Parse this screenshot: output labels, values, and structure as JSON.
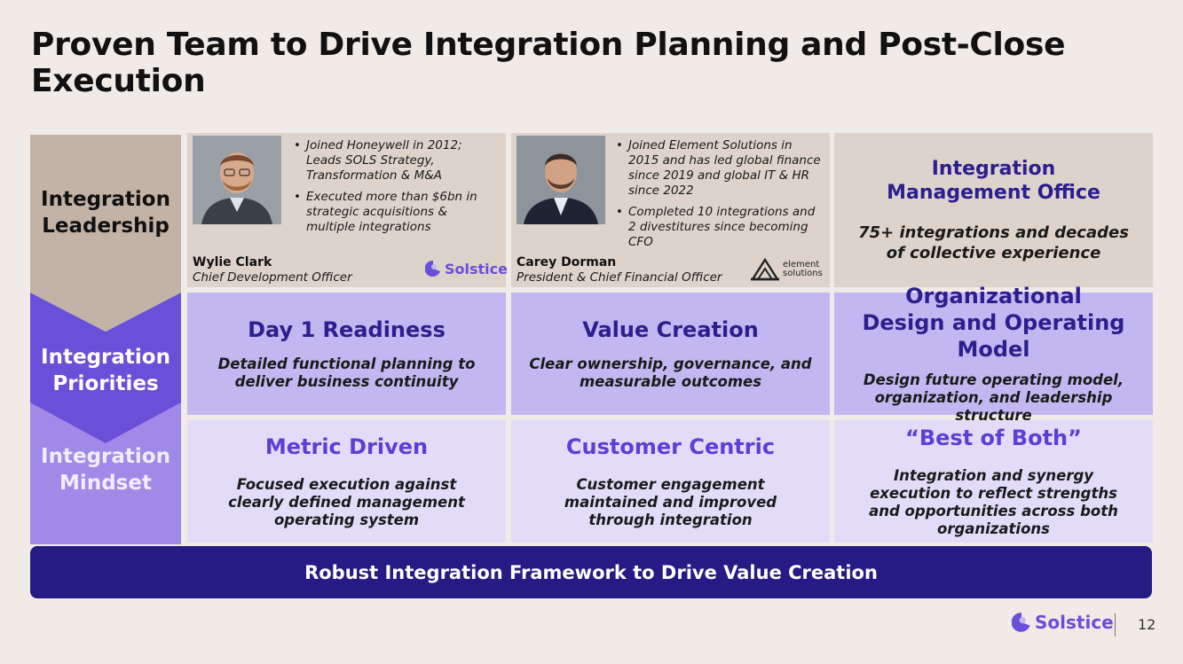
{
  "title": "Proven Team to Drive Integration Planning and Post-Close Execution",
  "labels": {
    "leadership": [
      "Integration",
      "Leadership"
    ],
    "priorities": [
      "Integration",
      "Priorities"
    ],
    "mindset": [
      "Integration",
      "Mindset"
    ]
  },
  "leaders": [
    {
      "name": "Wylie Clark",
      "role": "Chief Development Officer",
      "bullets": [
        "Joined Honeywell in 2012; Leads SOLS Strategy, Transformation & M&A",
        "Executed more than $6bn in strategic acquisitions & multiple integrations"
      ],
      "logo": "Solstice"
    },
    {
      "name": "Carey Dorman",
      "role": "President & Chief Financial Officer",
      "bullets": [
        "Joined Element Solutions in 2015 and has led global finance since 2019 and global IT & HR since 2022",
        "Completed 10 integrations and 2 divestitures since becoming CFO"
      ],
      "logo_line1": "element",
      "logo_line2": "solutions"
    }
  ],
  "imo": {
    "heading": "Integration Management Office",
    "desc": "75+ integrations and decades of collective experience"
  },
  "priorities": [
    {
      "heading": "Day 1 Readiness",
      "desc": "Detailed functional planning to deliver business continuity"
    },
    {
      "heading": "Value Creation",
      "desc": "Clear ownership, governance, and measurable outcomes"
    },
    {
      "heading": "Organizational Design and Operating Model",
      "desc": "Design future operating model, organization, and leadership structure"
    }
  ],
  "mindset": [
    {
      "heading": "Metric Driven",
      "desc": "Focused execution against clearly defined management operating system"
    },
    {
      "heading": "Customer Centric",
      "desc": "Customer engagement maintained and improved through integration"
    },
    {
      "heading": "“Best of Both”",
      "desc": "Integration and synergy execution to reflect strengths and opportunities across both organizations"
    }
  ],
  "banner": "Robust Integration Framework to Drive Value Creation",
  "footer": {
    "logo": "Solstice",
    "page": "12"
  },
  "colors": {
    "accent_dark": "#261a85",
    "accent": "#6a4fd8",
    "leadership_bg": "#ddd3ca",
    "priorities_bg": "#c2b7f0",
    "mindset_bg": "#e2dcf8"
  }
}
